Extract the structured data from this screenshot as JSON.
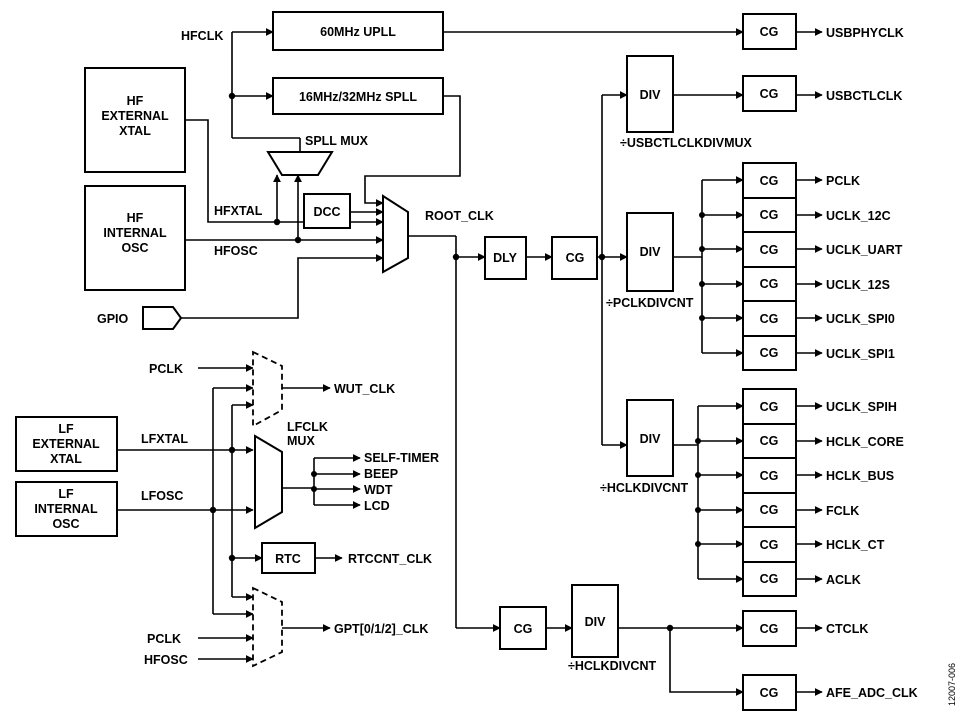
{
  "signals": {
    "hfclk": "HFCLK",
    "hfxtal": "HFXTAL",
    "hfosc": "HFOSC",
    "gpio": "GPIO",
    "root_clk": "ROOT_CLK",
    "pclk_in": "PCLK",
    "lfxtal": "LFXTAL",
    "lfosc": "LFOSC",
    "pclk_in2": "PCLK",
    "hfosc_in2": "HFOSC"
  },
  "blocks": {
    "upll": "60MHz UPLL",
    "spll": "16MHz/32MHz SPLL",
    "spll_mux": "SPLL MUX",
    "hf_ext_xtal": [
      "HF",
      "EXTERNAL",
      "XTAL"
    ],
    "hf_int_osc": [
      "HF",
      "INTERNAL",
      "OSC"
    ],
    "dcc": "DCC",
    "dly": "DLY",
    "cg": "CG",
    "div": "DIV",
    "lf_ext_xtal": [
      "LF",
      "EXTERNAL",
      "XTAL"
    ],
    "lf_int_osc": [
      "LF",
      "INTERNAL",
      "OSC"
    ],
    "lfclk_mux": [
      "LFCLK",
      "MUX"
    ],
    "rtc": "RTC"
  },
  "dividers": {
    "usbctl": "÷USBCTLCLKDIVMUX",
    "pclk": "÷PCLKDIVCNT",
    "hclk": "÷HCLKDIVCNT",
    "hclk2": "÷HCLKDIVCNT"
  },
  "outputs": {
    "usbphyclk": "USBPHYCLK",
    "usbctlclk": "USBCTLCLK",
    "pclk_group": [
      "PCLK",
      "UCLK_12C",
      "UCLK_UART",
      "UCLK_12S",
      "UCLK_SPI0",
      "UCLK_SPI1"
    ],
    "hclk_group": [
      "UCLK_SPIH",
      "HCLK_CORE",
      "HCLK_BUS",
      "FCLK",
      "HCLK_CT",
      "ACLK"
    ],
    "ctclk": "CTCLK",
    "afe_adc_clk": "AFE_ADC_CLK",
    "wut_clk": "WUT_CLK",
    "lf_outputs": [
      "SELF-TIMER",
      "BEEP",
      "WDT",
      "LCD"
    ],
    "rtccnt_clk": "RTCCNT_CLK",
    "gpt_clk": "GPT[0/1/2]_CLK"
  },
  "figure_id": "12007-006"
}
